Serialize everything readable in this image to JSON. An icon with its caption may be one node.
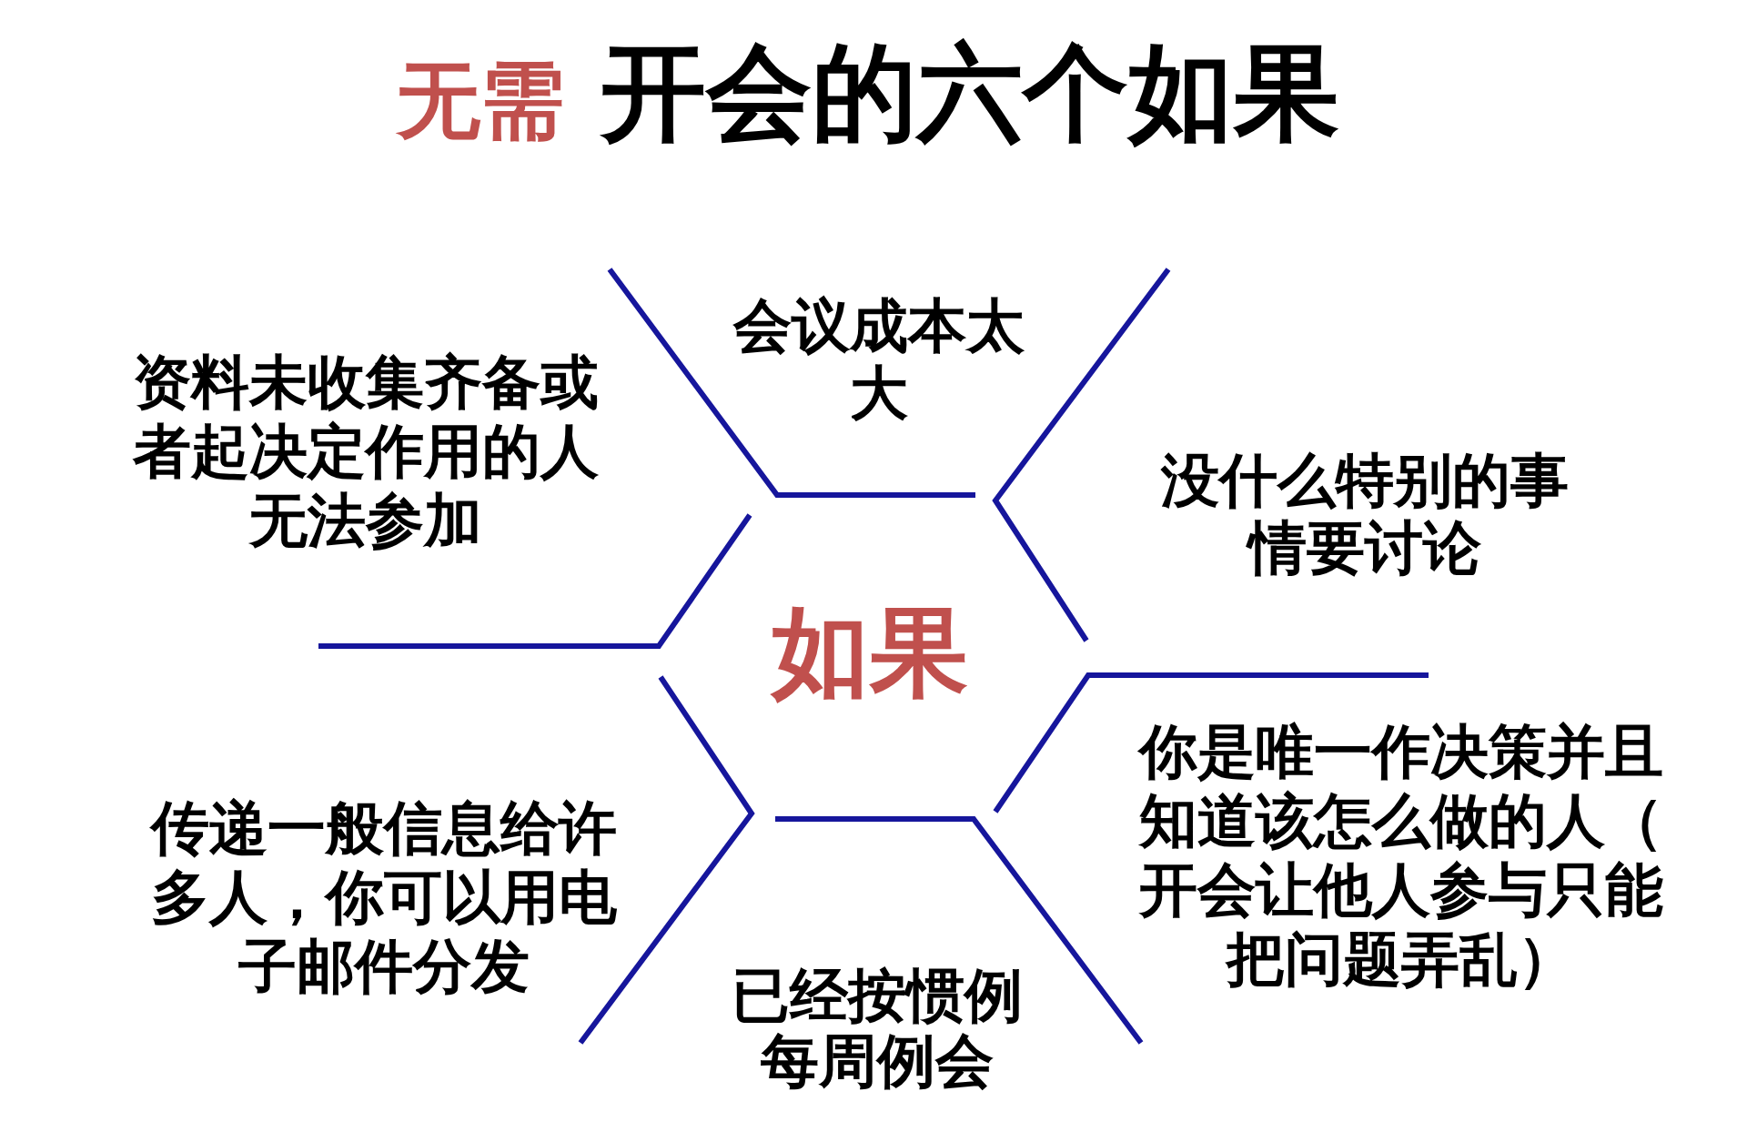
{
  "diagram": {
    "title": "无需 开会的六个如果",
    "labels": [
      "会议成本太大",
      "资料未收集齐备或者起决定作用的人无法参加",
      "没什么特别的事情要讨论",
      "如果",
      "你是唯一作决策并且知道该怎么做的人（开会让他人参与只能把问题弄乱）",
      "传递一般信息给许多人，你可以用电子邮件分发",
      "已经按惯例每周例会"
    ]
  }
}
